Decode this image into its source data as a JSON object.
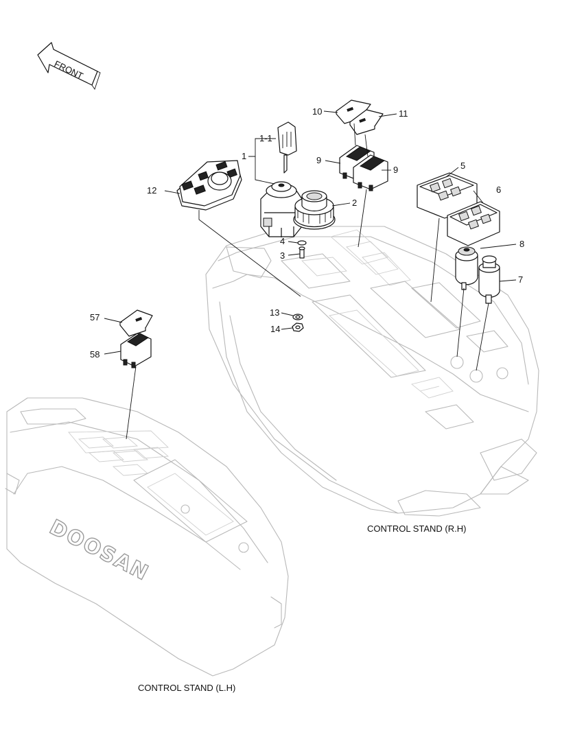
{
  "front_label": "FRONT",
  "brand_text": "DOOSAN",
  "captions": {
    "rh": "CONTROL STAND (R.H)",
    "lh": "CONTROL STAND (L.H)"
  },
  "callouts": {
    "c1": "1",
    "c1_1": "1-1",
    "c2": "2",
    "c3": "3",
    "c4": "4",
    "c5": "5",
    "c6": "6",
    "c7": "7",
    "c8": "8",
    "c9a": "9",
    "c9b": "9",
    "c10": "10",
    "c11": "11",
    "c12": "12",
    "c13": "13",
    "c14": "14",
    "c57": "57",
    "c58": "58"
  }
}
